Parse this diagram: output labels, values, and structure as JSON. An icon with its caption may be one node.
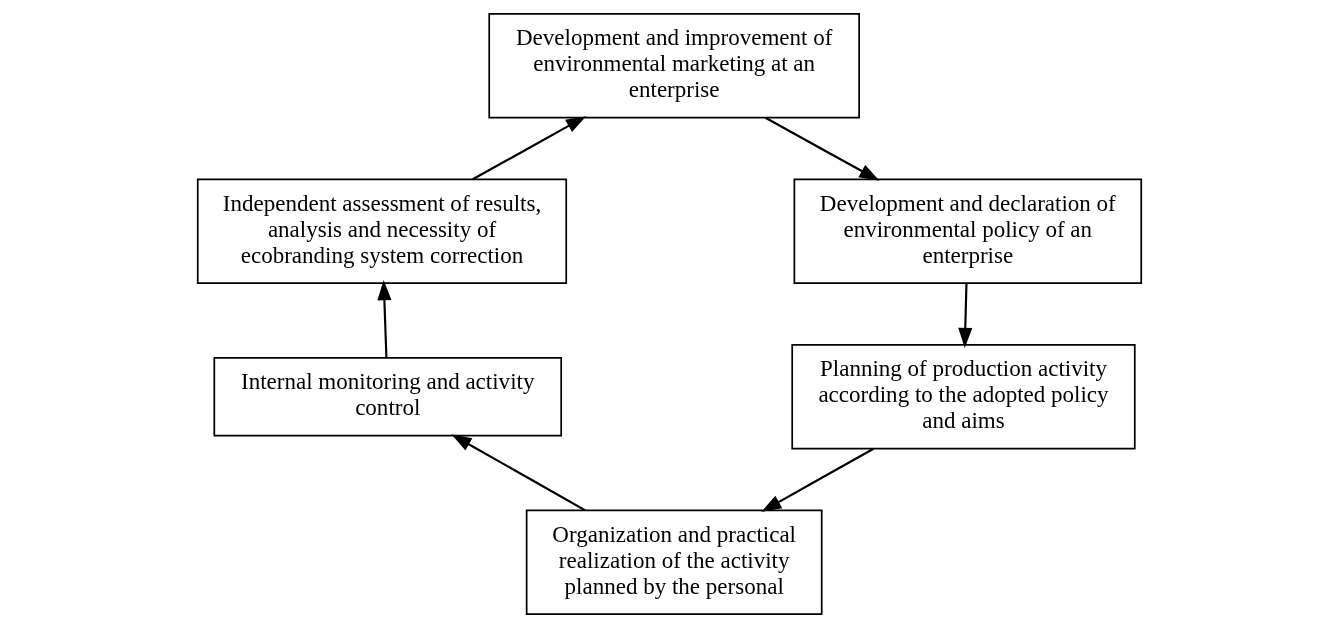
{
  "diagram": {
    "nodes": [
      {
        "text": [
          "Development and improvement of environmental marketing at an enterprise"
        ]
      },
      {
        "text": [
          "Independent assessment of results, analysis and necessity of ecobranding system correction"
        ]
      },
      {
        "text": [
          "Development and declaration of environmental policy of an enterprise"
        ]
      },
      {
        "text": [
          "Internal monitoring and activity control"
        ]
      },
      {
        "text": [
          "Planning of production activity according to the adopted policy and aims"
        ]
      },
      {
        "text": [
          "Organization and practical realization of the activity planned by the personal"
        ]
      }
    ],
    "edges": [
      {
        "from": 0,
        "to": 2,
        "arrow": "to"
      },
      {
        "from": 2,
        "to": 4,
        "arrow": "to"
      },
      {
        "from": 4,
        "to": 5,
        "arrow": "to"
      },
      {
        "from": 5,
        "to": 3,
        "arrow": "to"
      },
      {
        "from": 3,
        "to": 1,
        "arrow": "to"
      },
      {
        "from": 1,
        "to": 0,
        "arrow": "to"
      }
    ]
  }
}
